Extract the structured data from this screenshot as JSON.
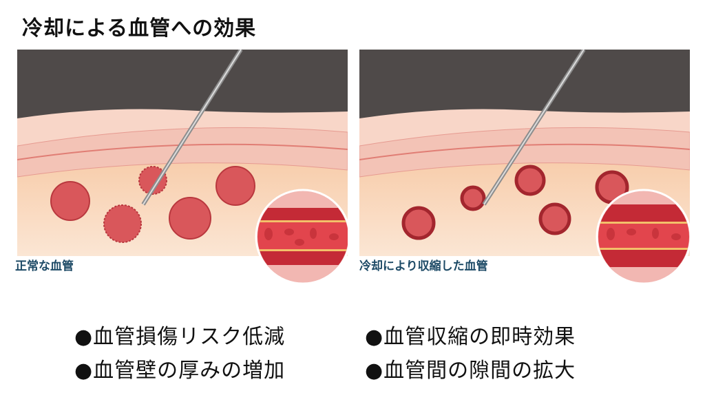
{
  "title": "冷却による血管への効果",
  "panels": [
    {
      "caption": "正常な血管"
    },
    {
      "caption": "冷却により収縮した血管"
    }
  ],
  "benefits": [
    "●血管損傷リスク低減",
    "●血管収縮の即時効果",
    "●血管壁の厚みの増加",
    "●血管間の隙間の拡大"
  ],
  "colors": {
    "caption": "#1d4a66",
    "skin_top": "#4f4a49",
    "vessel": "#d9575b"
  }
}
